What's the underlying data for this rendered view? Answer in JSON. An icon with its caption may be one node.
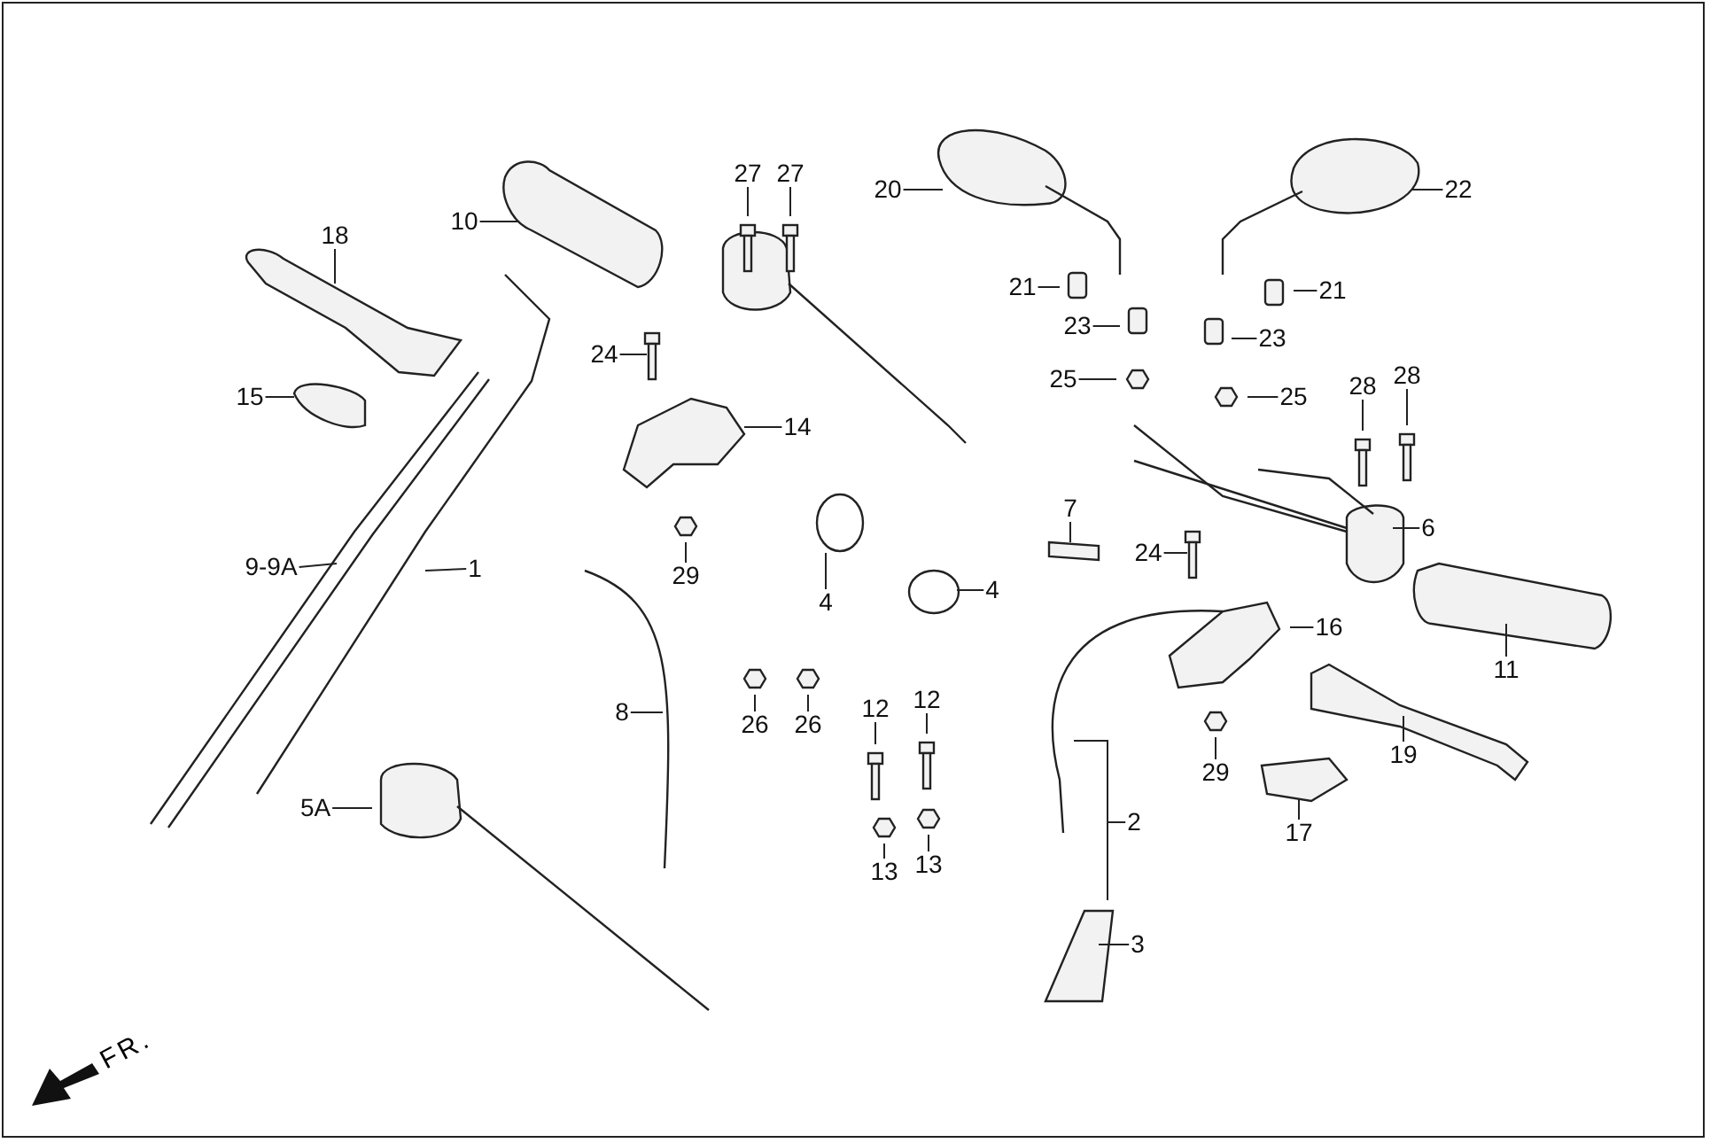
{
  "diagram": {
    "nodes": [
      {
        "text": [
          "18"
        ]
      },
      {
        "text": [
          "10"
        ]
      },
      {
        "text": [
          "27"
        ]
      },
      {
        "text": [
          "27"
        ]
      },
      {
        "text": [
          "20"
        ]
      },
      {
        "text": [
          "22"
        ]
      },
      {
        "text": [
          "21"
        ]
      },
      {
        "text": [
          "21"
        ]
      },
      {
        "text": [
          "23"
        ]
      },
      {
        "text": [
          "23"
        ]
      },
      {
        "text": [
          "25"
        ]
      },
      {
        "text": [
          "25"
        ]
      },
      {
        "text": [
          "24"
        ]
      },
      {
        "text": [
          "15"
        ]
      },
      {
        "text": [
          "14"
        ]
      },
      {
        "text": [
          "28"
        ]
      },
      {
        "text": [
          "28"
        ]
      },
      {
        "text": [
          "9-9A"
        ]
      },
      {
        "text": [
          "1"
        ]
      },
      {
        "text": [
          "29"
        ]
      },
      {
        "text": [
          "4"
        ]
      },
      {
        "text": [
          "4"
        ]
      },
      {
        "text": [
          "7"
        ]
      },
      {
        "text": [
          "24"
        ]
      },
      {
        "text": [
          "6"
        ]
      },
      {
        "text": [
          "16"
        ]
      },
      {
        "text": [
          "11"
        ]
      },
      {
        "text": [
          "8"
        ]
      },
      {
        "text": [
          "26"
        ]
      },
      {
        "text": [
          "26"
        ]
      },
      {
        "text": [
          "12"
        ]
      },
      {
        "text": [
          "12"
        ]
      },
      {
        "text": [
          "19"
        ]
      },
      {
        "text": [
          "29"
        ]
      },
      {
        "text": [
          "2"
        ]
      },
      {
        "text": [
          "17"
        ]
      },
      {
        "text": [
          "5A"
        ]
      },
      {
        "text": [
          "13"
        ]
      },
      {
        "text": [
          "13"
        ]
      },
      {
        "text": [
          "3"
        ]
      }
    ],
    "edges": [
      {
        "from": 0,
        "to": null,
        "arrow": "none"
      },
      {
        "from": 1,
        "to": null,
        "arrow": "none"
      },
      {
        "from": 2,
        "to": null,
        "arrow": "none"
      },
      {
        "from": 3,
        "to": null,
        "arrow": "none"
      },
      {
        "from": 4,
        "to": null,
        "arrow": "none"
      },
      {
        "from": 5,
        "to": null,
        "arrow": "none"
      },
      {
        "from": 6,
        "to": null,
        "arrow": "none"
      },
      {
        "from": 7,
        "to": null,
        "arrow": "none"
      },
      {
        "from": 8,
        "to": null,
        "arrow": "none"
      },
      {
        "from": 9,
        "to": null,
        "arrow": "none"
      },
      {
        "from": 10,
        "to": null,
        "arrow": "none"
      },
      {
        "from": 11,
        "to": null,
        "arrow": "none"
      },
      {
        "from": 12,
        "to": null,
        "arrow": "none"
      },
      {
        "from": 13,
        "to": null,
        "arrow": "none"
      },
      {
        "from": 14,
        "to": null,
        "arrow": "none"
      },
      {
        "from": 15,
        "to": null,
        "arrow": "none"
      },
      {
        "from": 16,
        "to": null,
        "arrow": "none"
      },
      {
        "from": 17,
        "to": null,
        "arrow": "none"
      },
      {
        "from": 18,
        "to": null,
        "arrow": "none"
      },
      {
        "from": 19,
        "to": null,
        "arrow": "none"
      },
      {
        "from": 20,
        "to": null,
        "arrow": "none"
      },
      {
        "from": 21,
        "to": null,
        "arrow": "none"
      },
      {
        "from": 22,
        "to": null,
        "arrow": "none"
      },
      {
        "from": 23,
        "to": null,
        "arrow": "none"
      },
      {
        "from": 24,
        "to": null,
        "arrow": "none"
      },
      {
        "from": 25,
        "to": null,
        "arrow": "none"
      },
      {
        "from": 26,
        "to": null,
        "arrow": "none"
      },
      {
        "from": 27,
        "to": null,
        "arrow": "none"
      },
      {
        "from": 28,
        "to": null,
        "arrow": "none"
      },
      {
        "from": 29,
        "to": null,
        "arrow": "none"
      },
      {
        "from": 30,
        "to": null,
        "arrow": "none"
      },
      {
        "from": 31,
        "to": null,
        "arrow": "none"
      },
      {
        "from": 32,
        "to": null,
        "arrow": "none"
      },
      {
        "from": 33,
        "to": null,
        "arrow": "none"
      },
      {
        "from": 34,
        "to": null,
        "arrow": "none"
      },
      {
        "from": 35,
        "to": null,
        "arrow": "none"
      },
      {
        "from": 36,
        "to": null,
        "arrow": "none"
      },
      {
        "from": 37,
        "to": null,
        "arrow": "none"
      },
      {
        "from": 38,
        "to": null,
        "arrow": "none"
      },
      {
        "from": 39,
        "to": null,
        "arrow": "none"
      }
    ],
    "labels": [
      "FR."
    ]
  }
}
